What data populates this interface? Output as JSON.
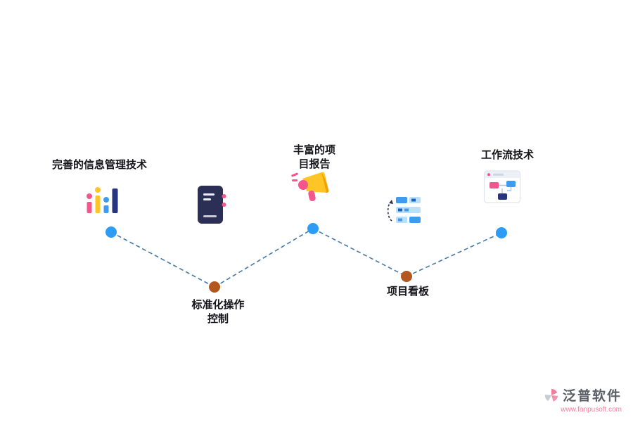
{
  "nodes": [
    {
      "id": "info-management",
      "label": "完善的信息管理技术",
      "icon": "bar-chart-icon"
    },
    {
      "id": "standard-operation",
      "label": "标准化操作\n控制",
      "icon": "notebook-icon"
    },
    {
      "id": "rich-report",
      "label": "丰富的项\n目报告",
      "icon": "megaphone-icon"
    },
    {
      "id": "project-kanban",
      "label": "项目看板",
      "icon": "kanban-board-icon"
    },
    {
      "id": "workflow",
      "label": "工作流技术",
      "icon": "browser-flow-icon"
    }
  ],
  "watermark": {
    "brand": "泛普软件",
    "url": "www.fanpusoft.com"
  },
  "colors": {
    "dot_blue": "#2D9CF4",
    "dot_orange": "#B4571E",
    "connector": "#4579A8",
    "label_text": "#15151A",
    "accent_pink": "#F5558D",
    "bar_yellow": "#FFC527",
    "bar_yellow_dark": "#F0A202",
    "bar_blue": "#3E9BF0",
    "bar_navy": "#27357E",
    "notebook_navy": "#2B2F55",
    "kanban_light": "#BBDFFB",
    "kanban_mid": "#3E9BF0",
    "kanban_dark": "#1565C0",
    "logo_pink": "#F27E9B",
    "logo_text": "#5C5F66"
  }
}
